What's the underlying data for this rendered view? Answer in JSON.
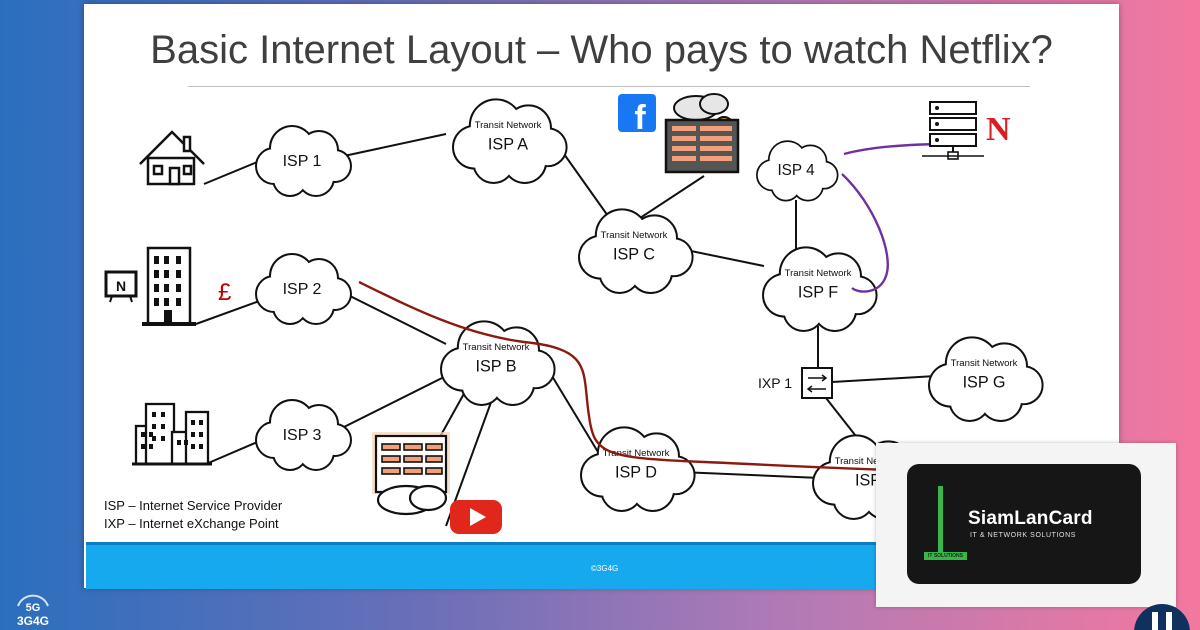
{
  "slide": {
    "title": "Basic Internet Layout – Who pays to watch Netflix?",
    "footer": "©3G4G",
    "legend": [
      "ISP – Internet Service Provider",
      "IXP – Internet eXchange Point"
    ]
  },
  "diagram": {
    "clouds": [
      {
        "id": "isp1",
        "label": "ISP 1",
        "sub": ""
      },
      {
        "id": "isp2",
        "label": "ISP 2",
        "sub": ""
      },
      {
        "id": "isp3",
        "label": "ISP 3",
        "sub": ""
      },
      {
        "id": "isp4",
        "label": "ISP 4",
        "sub": ""
      },
      {
        "id": "ispA",
        "label": "ISP A",
        "sub": "Transit Network"
      },
      {
        "id": "ispB",
        "label": "ISP B",
        "sub": "Transit Network"
      },
      {
        "id": "ispC",
        "label": "ISP C",
        "sub": "Transit Network"
      },
      {
        "id": "ispD",
        "label": "ISP D",
        "sub": "Transit Network"
      },
      {
        "id": "ispE",
        "label": "ISP",
        "sub": "Transit Network"
      },
      {
        "id": "ispF",
        "label": "ISP F",
        "sub": "Transit Network"
      },
      {
        "id": "ispG",
        "label": "ISP G",
        "sub": "Transit Network"
      }
    ],
    "ixp_label": "IXP 1",
    "currency_symbol": "£",
    "netflix_letter": "N",
    "facebook_letter": "f"
  },
  "colors": {
    "netflix_path": "#8b1a10",
    "isp4_path": "#7030a0",
    "footer": "#17a9ee",
    "netflix": "#d81f26",
    "facebook": "#1877f2",
    "youtube": "#e1261c"
  },
  "icons": [
    "house-icon",
    "office-building-icon",
    "tv-icon",
    "city-buildings-icon",
    "facebook-icon",
    "data-center-icon",
    "server-rack-icon",
    "netflix-icon",
    "youtube-icon",
    "ixp-switch-icon"
  ],
  "brand": {
    "name": "SiamLanCard",
    "tagline": "IT & NETWORK SOLUTIONS",
    "badge": "IT SOLUTIONS"
  },
  "logo": {
    "line1": "5G",
    "line2": "3G4G"
  }
}
